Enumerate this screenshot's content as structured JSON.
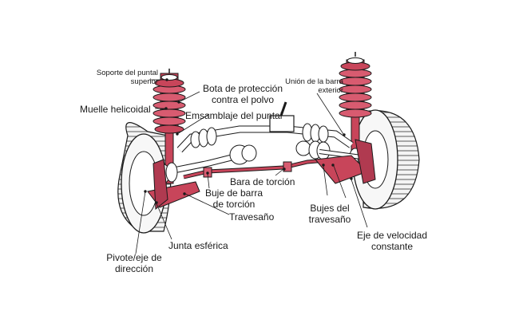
{
  "labels": {
    "soporte_puntal": [
      "Soporte del puntal",
      "superior"
    ],
    "bota": [
      "Bota de protección",
      "contra el polvo"
    ],
    "union_barra": [
      "Unión de la barra",
      "exterior"
    ],
    "muelle": "Muelle helicoidal",
    "ensamblaje": "Emsamblaje del puntal",
    "bara_torcion": "Bara de torción",
    "buje_barra": [
      "Buje de barra",
      "de torción"
    ],
    "travesano": "Travesaño",
    "bujes_travesano": [
      "Bujes del",
      "travesaño"
    ],
    "eje_velocidad": [
      "Eje de velocidad",
      "constante"
    ],
    "junta": "Junta esférica",
    "pivote": [
      "Pivote/eje de",
      "dirección"
    ]
  },
  "colors": {
    "part_red": "#c8455a",
    "part_dark": "#7a1f2e",
    "tire": "#f2f2f2",
    "outline": "#1a1a1a",
    "metal": "#ffffff"
  }
}
